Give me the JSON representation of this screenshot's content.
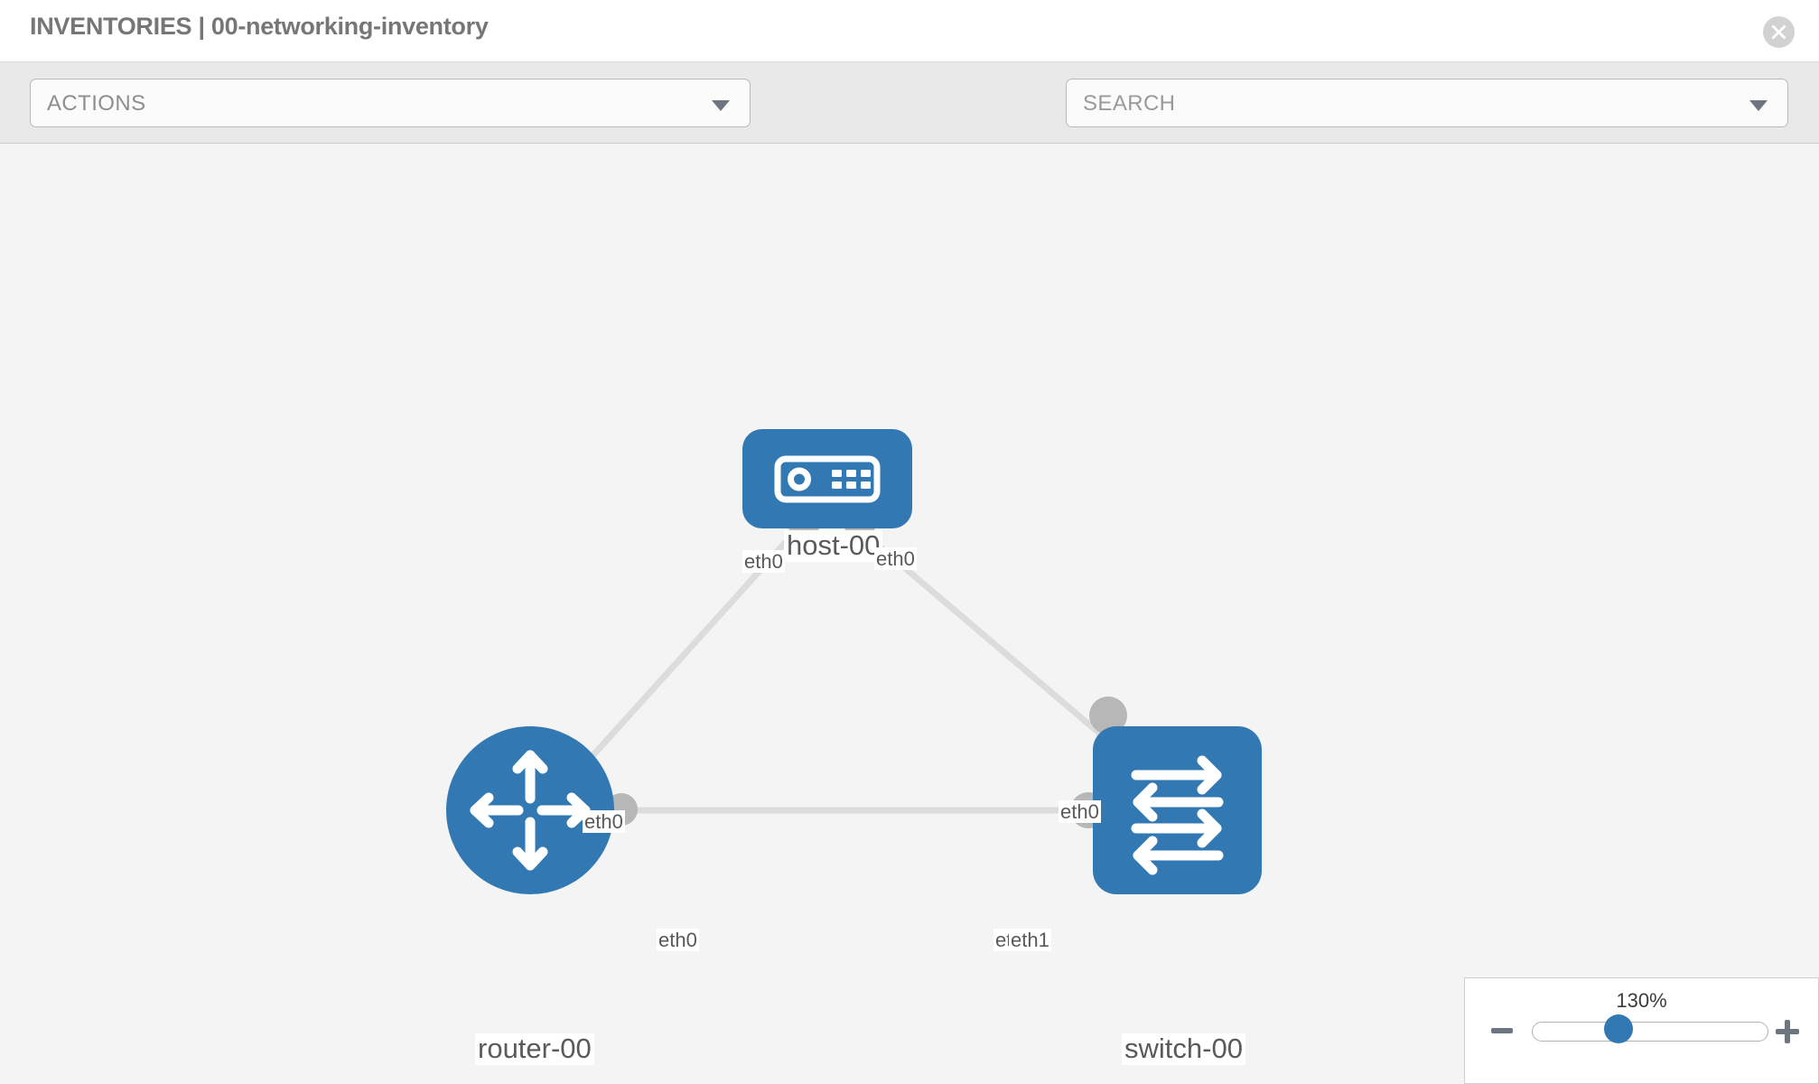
{
  "header": {
    "title": "INVENTORIES | 00-networking-inventory",
    "close_icon": "close-circle-icon"
  },
  "toolbar": {
    "actions_label": "ACTIONS",
    "actions_caret_icon": "chevron-down-icon",
    "wrench_icon": "wrench-icon",
    "key_icon": "key-icon",
    "search_placeholder": "SEARCH",
    "search_caret_icon": "chevron-down-icon"
  },
  "topology": {
    "nodes": [
      {
        "id": "host-00",
        "label": "host-00",
        "type": "host",
        "icon": "server-icon",
        "color": "#3279b4"
      },
      {
        "id": "router-00",
        "label": "router-00",
        "type": "router",
        "icon": "router-icon",
        "color": "#3279b4"
      },
      {
        "id": "switch-00",
        "label": "switch-00",
        "type": "switch",
        "icon": "switch-icon",
        "color": "#3279b4"
      }
    ],
    "links": [
      {
        "source": "host-00",
        "target": "router-00",
        "source_if": "eth0",
        "target_if": "eth0"
      },
      {
        "source": "host-00",
        "target": "switch-00",
        "source_if": "eth0",
        "target_if": "eth0"
      },
      {
        "source": "router-00",
        "target": "switch-00",
        "source_if": "eth0",
        "target_if": "eth1"
      }
    ],
    "interface_labels": {
      "host_left": "eth0",
      "host_right": "eth0",
      "router_upper": "eth0",
      "switch_upper": "eth0",
      "router_right": "eth0",
      "switch_left_hidden": "eth0",
      "switch_left": "eth1"
    }
  },
  "zoom_control": {
    "level": "130%",
    "minus_icon": "minus-icon",
    "plus_icon": "plus-icon",
    "slider_name": "zoom-slider"
  }
}
